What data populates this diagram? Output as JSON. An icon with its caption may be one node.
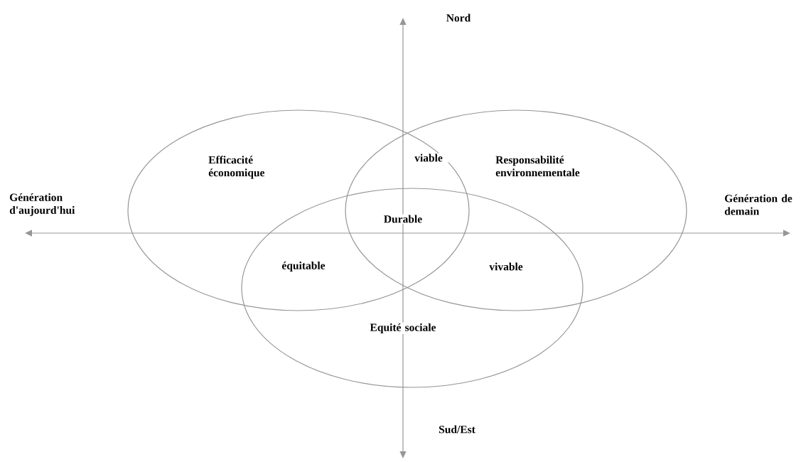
{
  "diagram": {
    "nodes": [
      {
        "text": [
          "Efficacité économique"
        ]
      },
      {
        "text": [
          "Responsabilité environnementale"
        ]
      },
      {
        "text": [
          "Equité sociale"
        ]
      }
    ],
    "labels": [
      "Nord",
      "viable",
      "Génération d'aujourd'hui",
      "Génération de demain",
      "Durable",
      "équitable",
      "vivable",
      "Sud/Est"
    ]
  }
}
